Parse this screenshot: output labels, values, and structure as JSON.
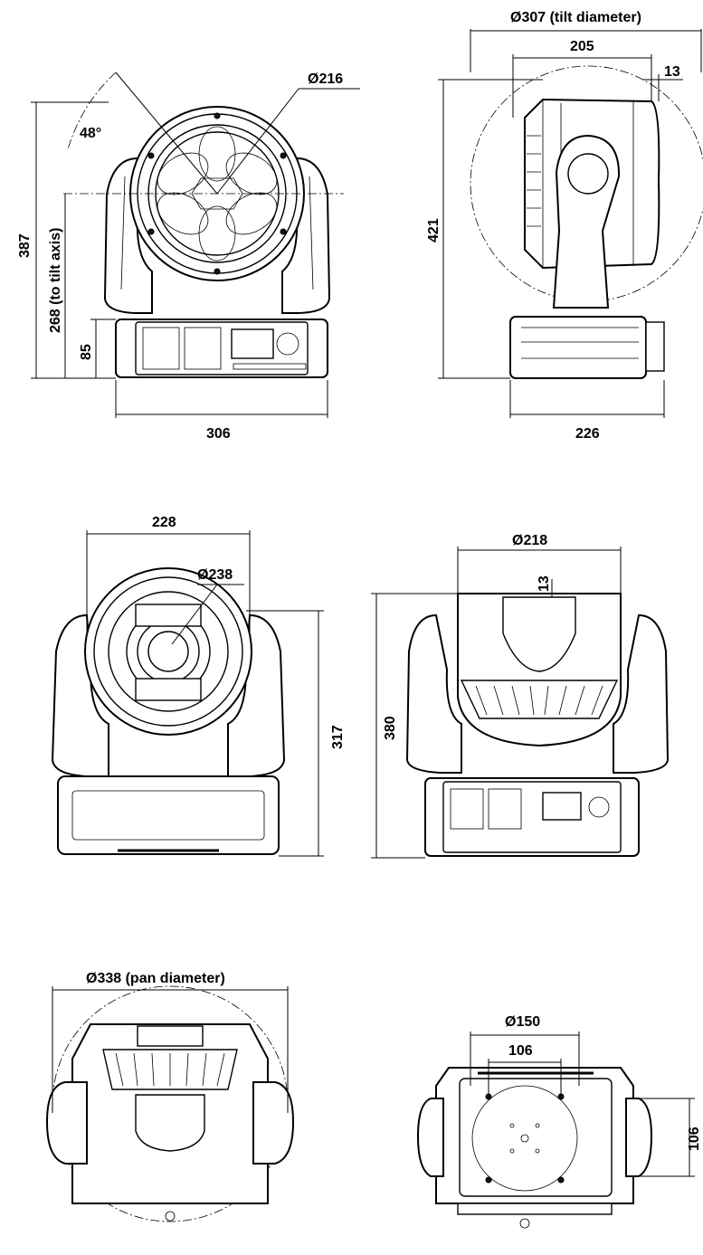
{
  "views": {
    "front": {
      "angle": "48°",
      "lens_diameter": "Ø216",
      "total_height": "387",
      "tilt_axis_height": "268 (to tilt axis)",
      "base_height": "85",
      "width": "306"
    },
    "side": {
      "tilt_diameter": "Ø307 (tilt diameter)",
      "head_depth": "205",
      "offset": "13",
      "height": "421",
      "base_depth": "226"
    },
    "rear": {
      "head_width": "228",
      "back_diameter": "Ø238",
      "height": "317"
    },
    "back": {
      "top_diameter": "Ø218",
      "offset": "13",
      "height": "380"
    },
    "top": {
      "pan_diameter": "Ø338 (pan diameter)"
    },
    "bottom": {
      "mount_diameter": "Ø150",
      "hole_spacing_x": "106",
      "hole_spacing_y": "106"
    }
  }
}
